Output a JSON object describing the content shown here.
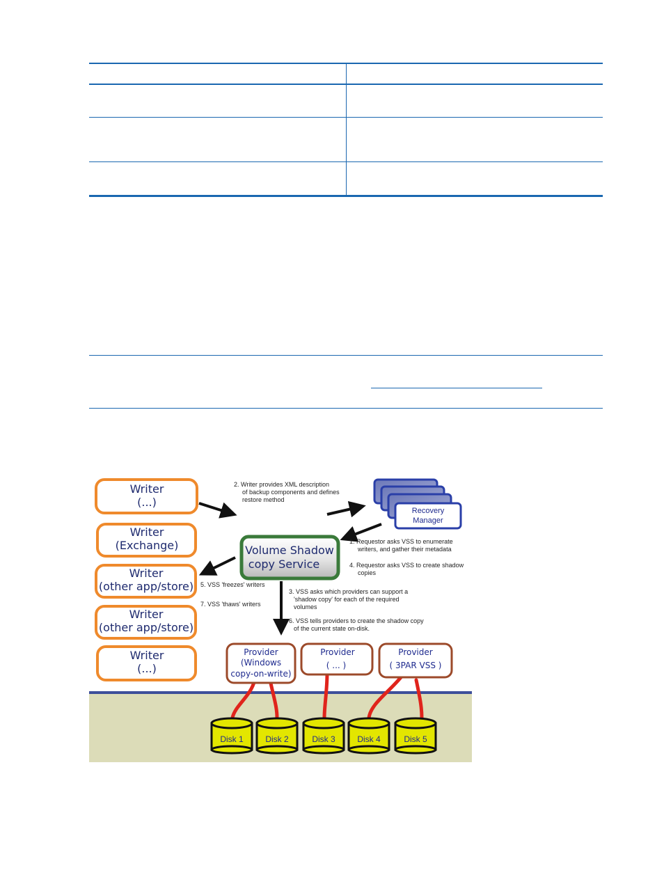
{
  "diagram": {
    "writers": [
      {
        "line1": "Writer",
        "line2": "(...)"
      },
      {
        "line1": "Writer",
        "line2": "(Exchange)"
      },
      {
        "line1": "Writer",
        "line2": "(other app/store)"
      },
      {
        "line1": "Writer",
        "line2": "(other app/store)"
      },
      {
        "line1": "Writer",
        "line2": "(...)"
      }
    ],
    "vss": {
      "line1": "Volume Shadow",
      "line2": "copy Service"
    },
    "requestor": {
      "line1": "Recovery",
      "line2": "Manager"
    },
    "step2": {
      "line1": "2. Writer provides XML description",
      "line2": "of backup components and defines",
      "line3": "restore method"
    },
    "step1": {
      "line1": "1. Requestor asks VSS to enumerate",
      "line2": "writers, and gather their metadata"
    },
    "step4": {
      "line1": "4. Requestor asks VSS to create shadow",
      "line2": "copies"
    },
    "step5": "5. VSS 'freezes' writers",
    "step7": "7.  VSS 'thaws' writers",
    "step3": {
      "line1": "3. VSS asks which providers can support a",
      "line2": "'shadow copy' for each of the required",
      "line3": "volumes"
    },
    "step6": {
      "line1": "6. VSS tells providers to create the shadow copy",
      "line2": "of the current state on-disk."
    },
    "providers": [
      {
        "line1": "Provider",
        "line2": "(Windows",
        "line3": "copy-on-write)"
      },
      {
        "line1": "Provider",
        "line2": "( ... )",
        "line3": ""
      },
      {
        "line1": "Provider",
        "line2": "( 3PAR VSS )",
        "line3": ""
      }
    ],
    "disks": [
      "Disk 1",
      "Disk 2",
      "Disk 3",
      "Disk 4",
      "Disk 5"
    ],
    "colors": {
      "writer_border": "#ef8a2c",
      "vss_border": "#3a7a3a",
      "requestor_border": "#2a3fa8",
      "provider_border": "#9c4a2a",
      "disk_fill": "#e3e600",
      "link": "#e0241c",
      "floor": "#dcdcb8",
      "floor_line": "#3d4f9a"
    }
  }
}
